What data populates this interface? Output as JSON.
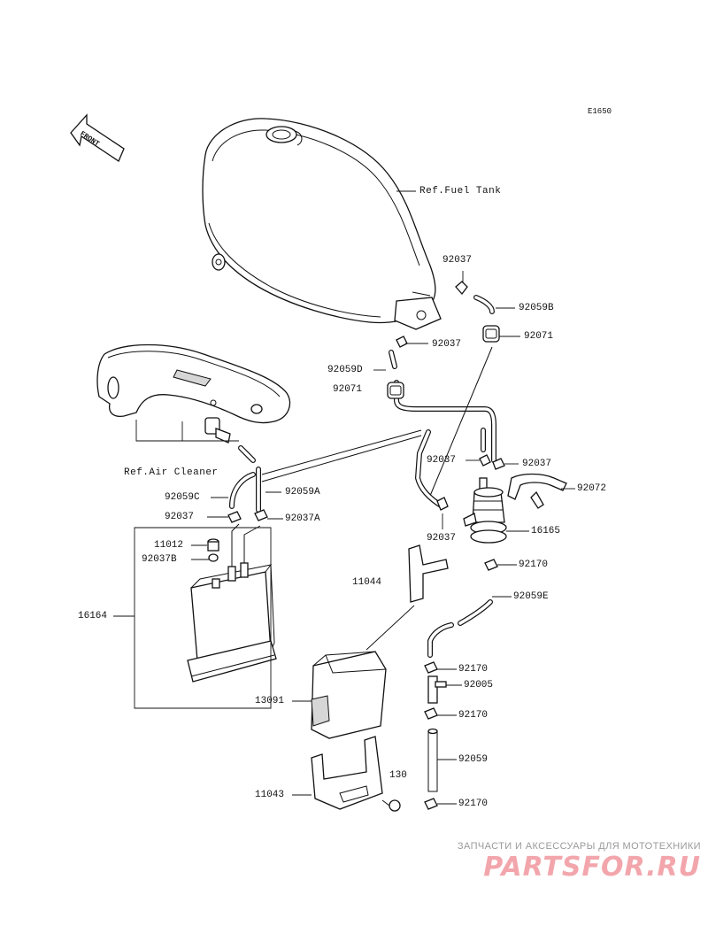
{
  "diagram_code": "E1650",
  "front_label": "FRONT",
  "references": {
    "fuel_tank": "Ref.Fuel Tank",
    "air_cleaner": "Ref.Air Cleaner"
  },
  "callouts": [
    {
      "id": "92037-top",
      "text": "92037"
    },
    {
      "id": "92059B",
      "text": "92059B"
    },
    {
      "id": "92037-mid",
      "text": "92037"
    },
    {
      "id": "92071-right",
      "text": "92071"
    },
    {
      "id": "92059D",
      "text": "92059D"
    },
    {
      "id": "92071-left",
      "text": "92071"
    },
    {
      "id": "92037-filter-l",
      "text": "92037"
    },
    {
      "id": "92037-filter-r",
      "text": "92037"
    },
    {
      "id": "92072",
      "text": "92072"
    },
    {
      "id": "92059C",
      "text": "92059C"
    },
    {
      "id": "92059A",
      "text": "92059A"
    },
    {
      "id": "92037-canister",
      "text": "92037"
    },
    {
      "id": "92037A",
      "text": "92037A"
    },
    {
      "id": "92037-lower",
      "text": "92037"
    },
    {
      "id": "16165",
      "text": "16165"
    },
    {
      "id": "11012",
      "text": "11012"
    },
    {
      "id": "92037B",
      "text": "92037B"
    },
    {
      "id": "92170-top",
      "text": "92170"
    },
    {
      "id": "11044",
      "text": "11044"
    },
    {
      "id": "92059E",
      "text": "92059E"
    },
    {
      "id": "16164",
      "text": "16164"
    },
    {
      "id": "92170-mid",
      "text": "92170"
    },
    {
      "id": "92005",
      "text": "92005"
    },
    {
      "id": "13091",
      "text": "13091"
    },
    {
      "id": "92170-low",
      "text": "92170"
    },
    {
      "id": "92059",
      "text": "92059"
    },
    {
      "id": "130",
      "text": "130"
    },
    {
      "id": "11043",
      "text": "11043"
    },
    {
      "id": "92170-bottom",
      "text": "92170"
    }
  ],
  "watermark": {
    "tagline": "ЗАПЧАСТИ И АКСЕССУАРЫ ДЛЯ МОТОТЕХНИКИ",
    "brand": "PARTSFOR.RU"
  }
}
